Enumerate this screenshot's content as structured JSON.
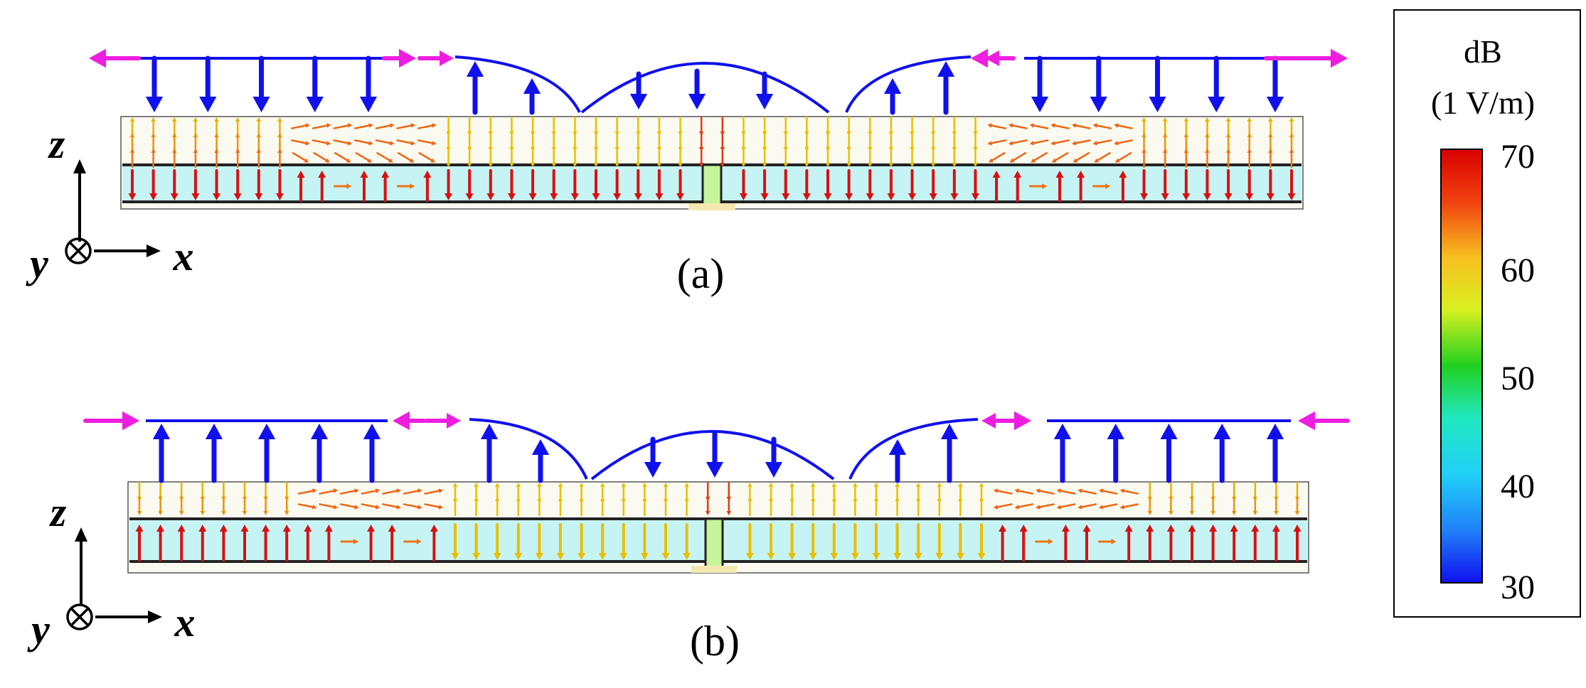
{
  "panels": [
    {
      "id": "a",
      "label": "(a)",
      "fringe_directions": [
        "out",
        "in",
        "in",
        "out"
      ],
      "flux_top": {
        "plates": "down",
        "patch_edges": "up",
        "patch_center": "down"
      }
    },
    {
      "id": "b",
      "label": "(b)",
      "fringe_directions": [
        "in",
        "in",
        "in",
        "in"
      ],
      "flux_top": {
        "plates": "up",
        "patch_edges": "up",
        "patch_center": "down"
      }
    }
  ],
  "axes": {
    "z": "z",
    "y": "y",
    "x": "x"
  },
  "colorbar": {
    "title": "dB",
    "unit": "(1 V/m)",
    "ticks": [
      "70",
      "60",
      "50",
      "40",
      "30"
    ],
    "min": 30,
    "max": 70
  },
  "colors": {
    "flux": "#1010ee",
    "fringe": "#ee1ee0",
    "substrate": "#c6f4f4",
    "via": "#c6f49a",
    "field_high": "#d81010",
    "field_mid": "#e8c000",
    "field_low": "#10c040"
  }
}
